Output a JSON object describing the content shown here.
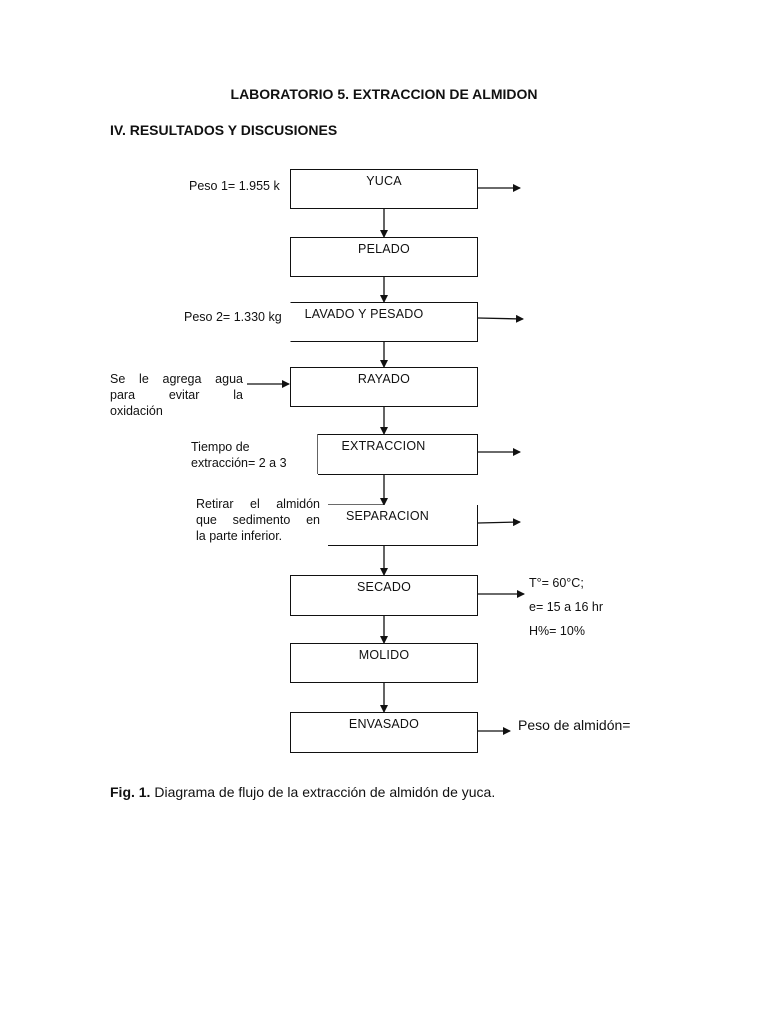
{
  "header": {
    "title": "LABORATORIO 5. EXTRACCION DE ALMIDON",
    "section": "IV. RESULTADOS Y DISCUSIONES"
  },
  "steps": [
    {
      "label": "YUCA"
    },
    {
      "label": "PELADO"
    },
    {
      "label": "LAVADO Y PESADO"
    },
    {
      "label": "RAYADO"
    },
    {
      "label": "EXTRACCION"
    },
    {
      "label": "SEPARACION"
    },
    {
      "label": "SECADO"
    },
    {
      "label": "MOLIDO"
    },
    {
      "label": "ENVASADO"
    }
  ],
  "notes": {
    "peso1": "Peso 1= 1.955 k",
    "peso2": "Peso 2= 1.330 kg",
    "agua": [
      "Se le agrega agua",
      "para evitar la",
      "oxidación"
    ],
    "tiempo": [
      "Tiempo de",
      "extracción= 2 a 3"
    ],
    "retirar": [
      "Retirar el almidón",
      "que sedimento en",
      "la parte inferior."
    ],
    "secado": [
      "T°= 60°C;",
      "e= 15 a 16 hr",
      "H%= 10%"
    ],
    "peso_almidon": "Peso de almidón="
  },
  "caption": {
    "label": "Fig. 1.",
    "text": " Diagrama de flujo de la extracción de almidón de yuca."
  }
}
